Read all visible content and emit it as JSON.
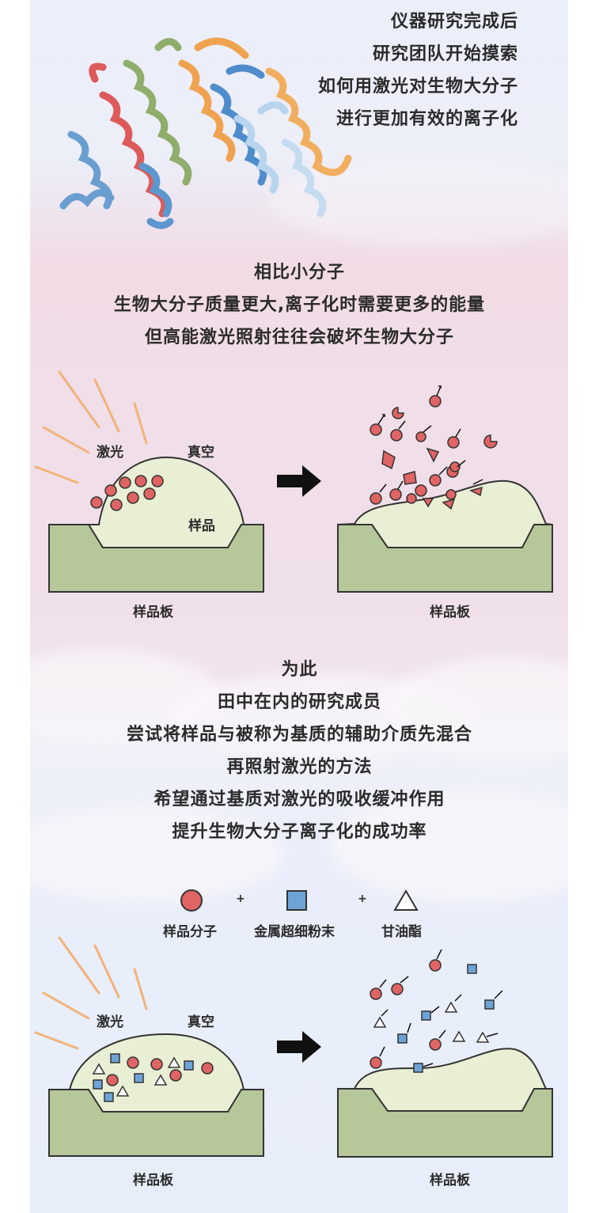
{
  "intro_lines": [
    "仪器研究完成后",
    "研究团队开始摸索",
    "如何用激光对生物大分子",
    "进行更加有效的离子化"
  ],
  "section1_lines": [
    "相比小分子",
    "生物大分子质量更大,离子化时需要更多的能量",
    "但高能激光照射往往会破坏生物大分子"
  ],
  "diagram1": {
    "laser_label": "激光",
    "vacuum_label": "真空",
    "sample_label": "样品",
    "plate_label_left": "样品板",
    "plate_label_right": "样品板"
  },
  "section2_lines": [
    "为此",
    "田中在内的研究成员",
    "尝试将样品与被称为基质的辅助介质先混合",
    "再照射激光的方法",
    "希望通过基质对激光的吸收缓冲作用",
    "提升生物大分子离子化的成功率"
  ],
  "legend": {
    "items": [
      "样品分子",
      "金属超细粉末",
      "甘油酯"
    ],
    "plus": "+"
  },
  "diagram2": {
    "laser_label": "激光",
    "vacuum_label": "真空",
    "plate_label_left": "样品板",
    "plate_label_right": "样品板"
  },
  "colors": {
    "red_molecule": "#e06464",
    "blue_powder": "#6ea3d6",
    "plate_green": "#b6c79a",
    "sample_cream": "#e9efd4",
    "laser_orange": "#f2b27a",
    "arrow": "#111111"
  }
}
